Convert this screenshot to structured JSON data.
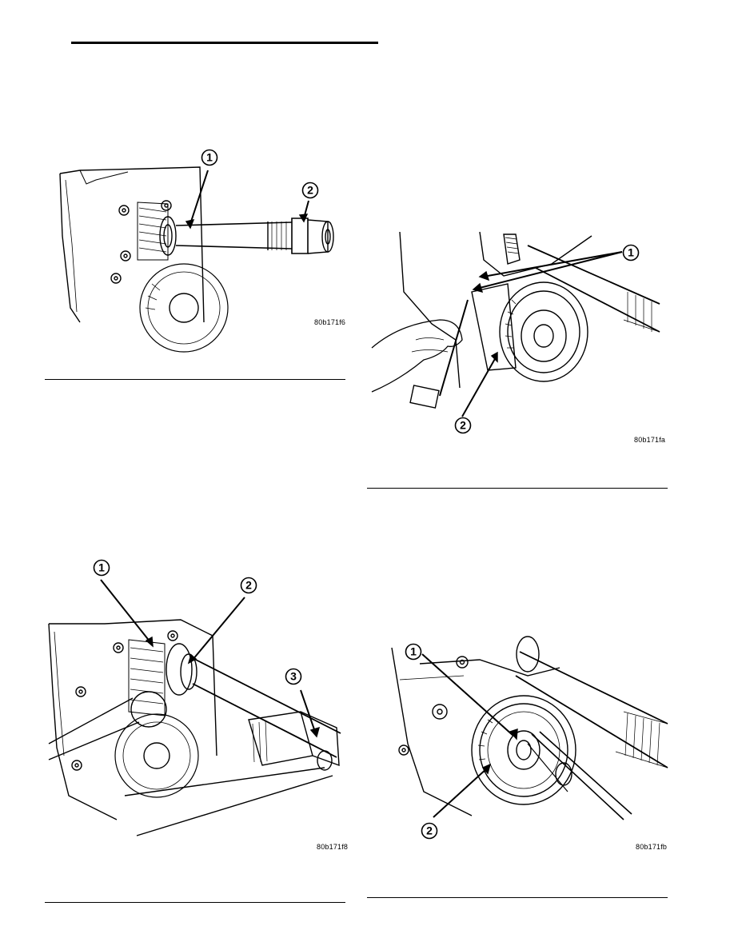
{
  "figures": [
    {
      "id": "fig-1",
      "code": "80b171f6",
      "callouts": [
        "1",
        "2"
      ]
    },
    {
      "id": "fig-2",
      "code": "80b171fa",
      "callouts": [
        "1",
        "2"
      ]
    },
    {
      "id": "fig-3",
      "code": "80b171f8",
      "callouts": [
        "1",
        "2",
        "3"
      ]
    },
    {
      "id": "fig-4",
      "code": "80b171fb",
      "callouts": [
        "1",
        "2"
      ]
    }
  ]
}
